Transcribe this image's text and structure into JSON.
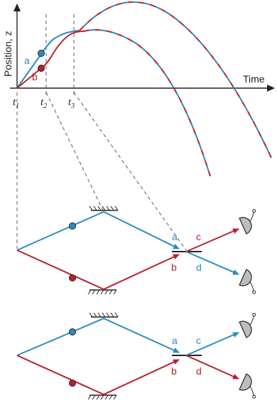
{
  "colors": {
    "blue": "#2a8bbf",
    "red": "#b8202e",
    "dark": "#222222",
    "detector": "#bdbdbd"
  },
  "plot": {
    "ylabel": "Position, z",
    "xlabel": "Time",
    "t_labels": [
      {
        "base": "t",
        "sub": "1"
      },
      {
        "base": "t",
        "sub": "2"
      },
      {
        "base": "t",
        "sub": "3"
      }
    ],
    "curve_labels": {
      "a": "a",
      "b": "b"
    }
  },
  "interferometer_upper": {
    "labels": {
      "a": "a",
      "b": "b",
      "c": "c",
      "d": "d"
    },
    "output_c_color": "red",
    "output_d_color": "blue"
  },
  "interferometer_lower": {
    "labels": {
      "a": "a",
      "b": "b",
      "c": "c",
      "d": "d"
    },
    "output_c_color": "blue",
    "output_d_color": "red"
  },
  "icons": [
    "mirror-hatch-icon",
    "beam-splitter-icon",
    "detector-icon",
    "atom-dot-icon"
  ]
}
